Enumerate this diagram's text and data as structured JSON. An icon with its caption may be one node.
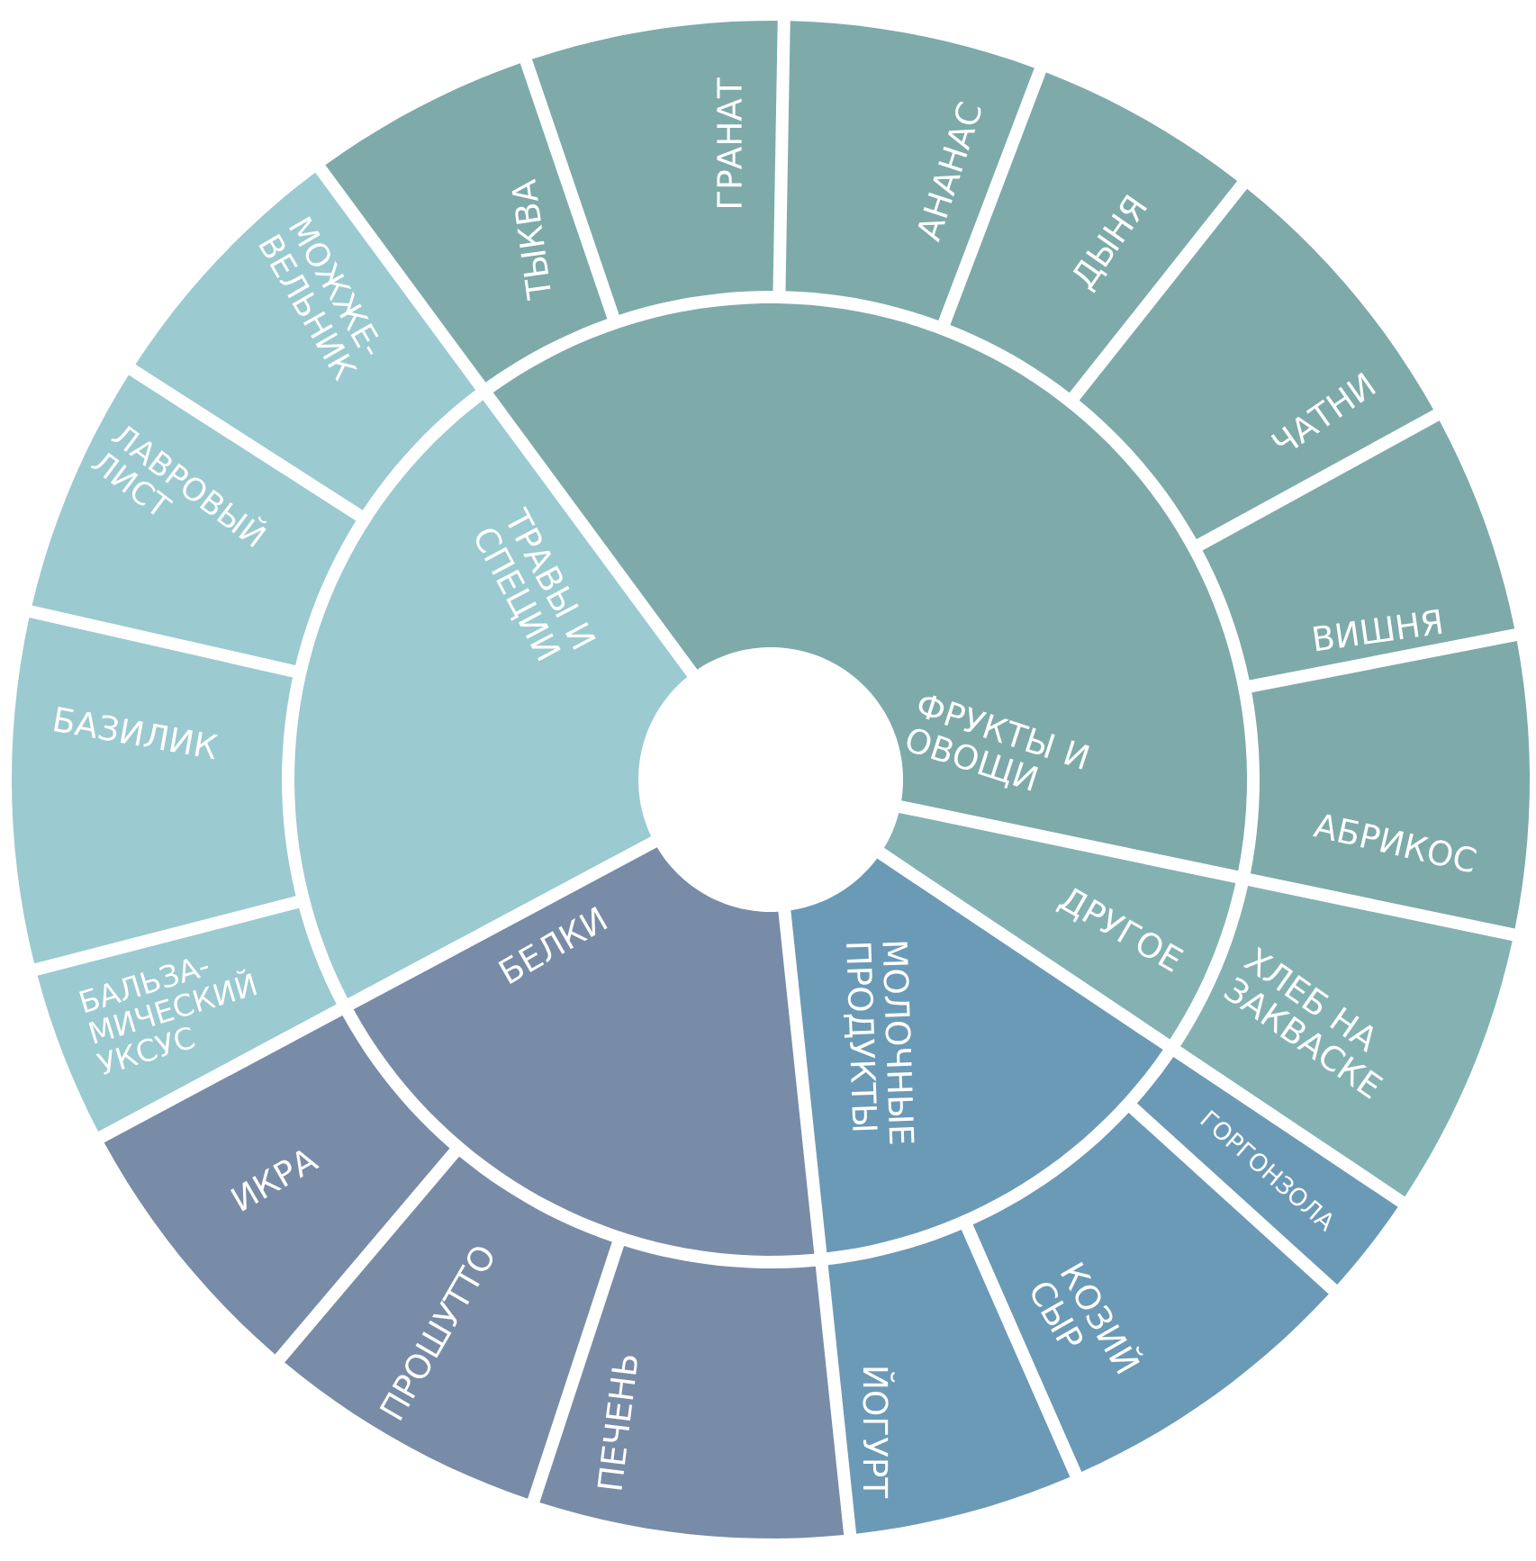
{
  "diagram": {
    "nodes": [
      {
        "text": [
          "ТРАВЫ И СПЕЦИИ"
        ]
      },
      {
        "text": [
          "ФРУКТЫ И ОВОЩИ"
        ]
      },
      {
        "text": [
          "ДРУГОЕ"
        ]
      },
      {
        "text": [
          "МОЛОЧНЫЕ ПРОДУКТЫ"
        ]
      },
      {
        "text": [
          "БЕЛКИ"
        ]
      },
      {
        "text": [
          "МОЖЖЕ- ВЕЛЬНИК"
        ]
      },
      {
        "text": [
          "ТЫКВА"
        ]
      },
      {
        "text": [
          "ГРАНАТ"
        ]
      },
      {
        "text": [
          "АНАНАС"
        ]
      },
      {
        "text": [
          "ДЫНЯ"
        ]
      },
      {
        "text": [
          "ЧАТНИ"
        ]
      },
      {
        "text": [
          "ВИШНЯ"
        ]
      },
      {
        "text": [
          "АБРИКОС"
        ]
      },
      {
        "text": [
          "ХЛЕБ НА ЗАКВАСКЕ"
        ]
      },
      {
        "text": [
          "ГОРГОНЗОЛА"
        ]
      },
      {
        "text": [
          "КОЗИЙ СЫР"
        ]
      },
      {
        "text": [
          "ЙОГУРТ"
        ]
      },
      {
        "text": [
          "ПЕЧЕНЬ"
        ]
      },
      {
        "text": [
          "ПРОШУТТО"
        ]
      },
      {
        "text": [
          "ИКРА"
        ]
      },
      {
        "text": [
          "БАЛЬЗА- МИЧЕСКИЙ УКСУС"
        ]
      },
      {
        "text": [
          "БАЗИЛИК"
        ]
      },
      {
        "text": [
          "ЛАВРОВЫЙ ЛИСТ"
        ]
      }
    ]
  }
}
